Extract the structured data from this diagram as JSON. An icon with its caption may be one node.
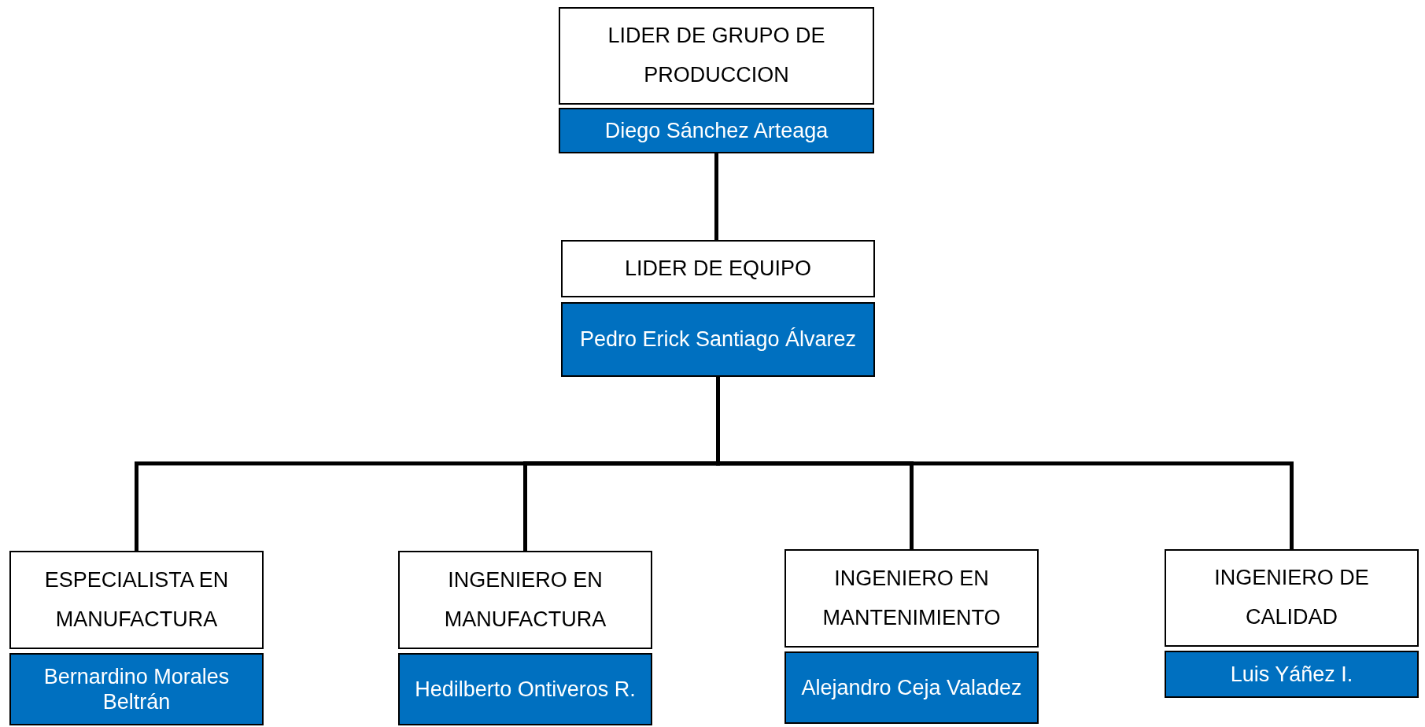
{
  "diagram": {
    "nodes": [
      {
        "text": [
          "LIDER DE GRUPO DE PRODUCCION"
        ]
      },
      {
        "text": [
          "Diego Sánchez Arteaga"
        ]
      },
      {
        "text": [
          "LIDER DE EQUIPO"
        ]
      },
      {
        "text": [
          "Pedro Erick Santiago Álvarez"
        ]
      },
      {
        "text": [
          "ESPECIALISTA EN MANUFACTURA"
        ]
      },
      {
        "text": [
          "Bernardino Morales Beltrán"
        ]
      },
      {
        "text": [
          "INGENIERO EN MANUFACTURA"
        ]
      },
      {
        "text": [
          "Hedilberto Ontiveros R."
        ]
      },
      {
        "text": [
          "INGENIERO EN MANTENIMIENTO"
        ]
      },
      {
        "text": [
          "Alejandro Ceja Valadez"
        ]
      },
      {
        "text": [
          "INGENIERO DE CALIDAD"
        ]
      },
      {
        "text": [
          "Luis Yáñez I."
        ]
      }
    ],
    "edges": [
      {
        "from": 1,
        "to": 2,
        "arrow": "none"
      },
      {
        "from": 3,
        "to": 4,
        "arrow": "none"
      },
      {
        "from": 3,
        "to": 6,
        "arrow": "none"
      },
      {
        "from": 3,
        "to": 8,
        "arrow": "none"
      },
      {
        "from": 3,
        "to": 10,
        "arrow": "none"
      }
    ]
  }
}
